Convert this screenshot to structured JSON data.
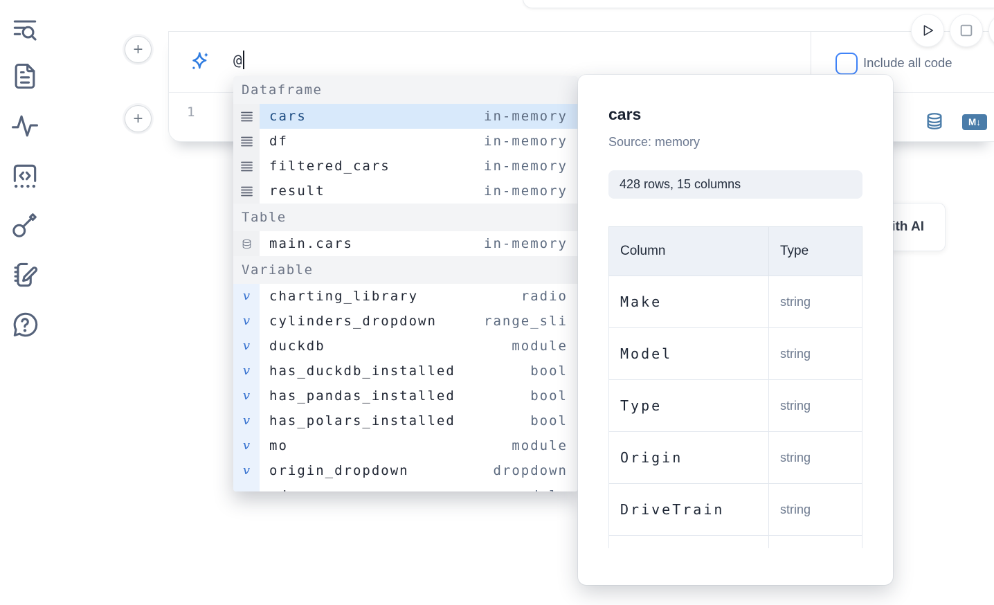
{
  "sidebar": {
    "items": [
      {
        "icon": "toc-search-icon"
      },
      {
        "icon": "file-icon"
      },
      {
        "icon": "activity-icon"
      },
      {
        "icon": "snippets-icon"
      },
      {
        "icon": "key-icon"
      },
      {
        "icon": "scratchpad-icon"
      },
      {
        "icon": "help-icon"
      }
    ]
  },
  "controls": {
    "add_cell_glyph": "+",
    "play_icon": "play-icon",
    "stop_icon": "stop-icon"
  },
  "prompt": {
    "sparkles_icon": "sparkles-icon",
    "value": "@",
    "include_all_code_label": "Include all code"
  },
  "editor": {
    "line_number": "1",
    "database_icon": "database-icon",
    "markdown_badge": "M↓"
  },
  "autocomplete": {
    "sections": [
      {
        "label": "Dataframe",
        "icon": "dataframe-icon",
        "items": [
          {
            "name": "cars",
            "type": "in-memory",
            "selected": true
          },
          {
            "name": "df",
            "type": "in-memory",
            "selected": false
          },
          {
            "name": "filtered_cars",
            "type": "in-memory",
            "selected": false
          },
          {
            "name": "result",
            "type": "in-memory",
            "selected": false
          }
        ]
      },
      {
        "label": "Table",
        "icon": "table-icon",
        "items": [
          {
            "name": "main.cars",
            "type": "in-memory",
            "selected": false
          }
        ]
      },
      {
        "label": "Variable",
        "icon": "variable-icon",
        "items": [
          {
            "name": "charting_library",
            "type": "radio",
            "selected": false
          },
          {
            "name": "cylinders_dropdown",
            "type": "range_sli",
            "selected": false
          },
          {
            "name": "duckdb",
            "type": "module",
            "selected": false
          },
          {
            "name": "has_duckdb_installed",
            "type": "bool",
            "selected": false
          },
          {
            "name": "has_pandas_installed",
            "type": "bool",
            "selected": false
          },
          {
            "name": "has_polars_installed",
            "type": "bool",
            "selected": false
          },
          {
            "name": "mo",
            "type": "module",
            "selected": false
          },
          {
            "name": "origin_dropdown",
            "type": "dropdown",
            "selected": false
          },
          {
            "name": "pd",
            "type": "module",
            "selected": false
          }
        ]
      }
    ]
  },
  "popup": {
    "title": "cars",
    "source": "Source: memory",
    "shape_badge": "428 rows, 15 columns",
    "table": {
      "headers": [
        "Column",
        "Type"
      ],
      "rows": [
        {
          "name": "Make",
          "type": "string"
        },
        {
          "name": "Model",
          "type": "string"
        },
        {
          "name": "Type",
          "type": "string"
        },
        {
          "name": "Origin",
          "type": "string"
        },
        {
          "name": "DriveTrain",
          "type": "string"
        },
        {
          "name": "",
          "type": ""
        }
      ]
    }
  },
  "ai_button": {
    "label": "with AI"
  },
  "colors": {
    "accent_blue": "#2f7ce0",
    "checkbox_blue": "#3f83f8",
    "steel_blue": "#4a7ca9",
    "selected_row_bg": "#d8e9fb",
    "selected_row_text": "#1b4a80",
    "section_header_bg": "#f3f4f6",
    "gutter_gray": "#f0f1f3",
    "gutter_blue": "#eaf2fd",
    "badge_bg": "#eef1f6",
    "table_header_bg": "#edf1f7"
  }
}
